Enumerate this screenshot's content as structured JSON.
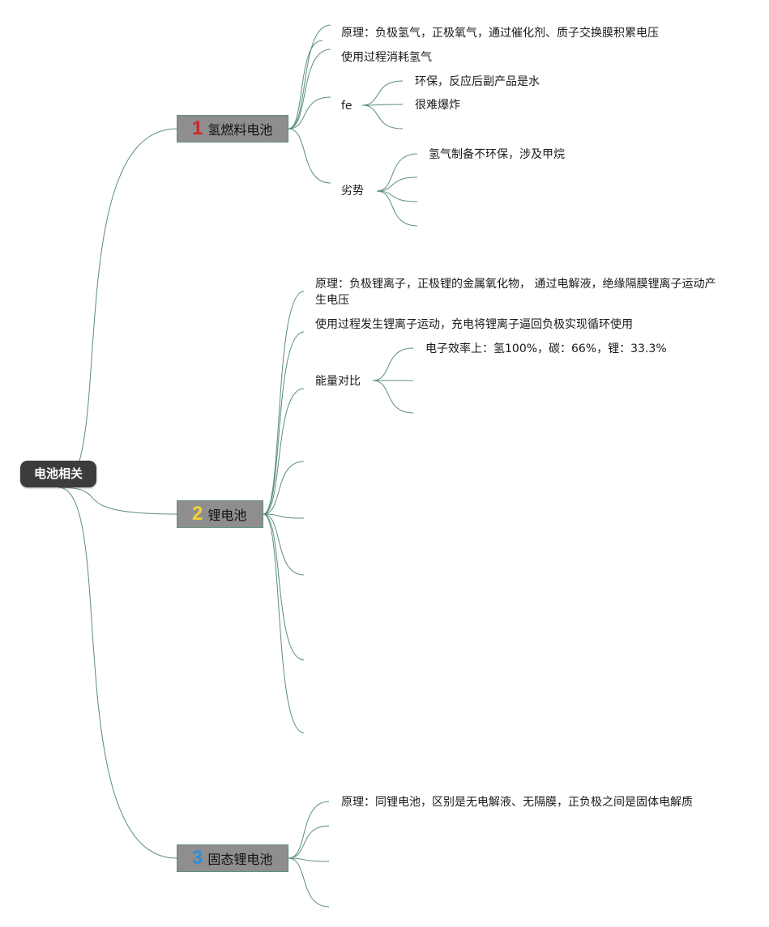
{
  "root": {
    "label": "电池相关"
  },
  "branches": [
    {
      "number": "1",
      "label": "氢燃料电池",
      "items": [
        {
          "label": "原理：负极氢气，正极氧气，通过催化剂、质子交换膜积累电压"
        },
        {
          "label": "使用过程消耗氢气"
        },
        {
          "label": "fe",
          "children": [
            "环保，反应后副产品是水",
            "很难爆炸",
            ""
          ]
        },
        {
          "label": "劣势",
          "children": [
            "氢气制备不环保，涉及甲烷",
            "",
            "",
            ""
          ]
        }
      ]
    },
    {
      "number": "2",
      "label": "锂电池",
      "items": [
        {
          "label": "原理：负极锂离子，正极锂的金属氧化物， 通过电解液，绝缘隔膜锂离子运动产生电压"
        },
        {
          "label": "使用过程发生锂离子运动，充电将锂离子逼回负极实现循环使用"
        },
        {
          "label": "能量对比",
          "children": [
            "电子效率上：氢100%，碳：66%，锂：33.3%",
            "",
            ""
          ]
        },
        {
          "label": ""
        },
        {
          "label": ""
        },
        {
          "label": ""
        },
        {
          "label": ""
        },
        {
          "label": ""
        }
      ]
    },
    {
      "number": "3",
      "label": "固态锂电池",
      "items": [
        {
          "label": "原理：同锂电池，区别是无电解液、无隔膜，正负极之间是固体电解质"
        },
        {
          "label": ""
        },
        {
          "label": ""
        },
        {
          "label": ""
        }
      ]
    }
  ],
  "colors": {
    "link": "#5a8f78",
    "root_bg": "#3c3c3c",
    "branch_bg": "#8e8e8e",
    "num1": "#d2232a",
    "num2": "#f5d130",
    "num3": "#2f8fd6"
  }
}
